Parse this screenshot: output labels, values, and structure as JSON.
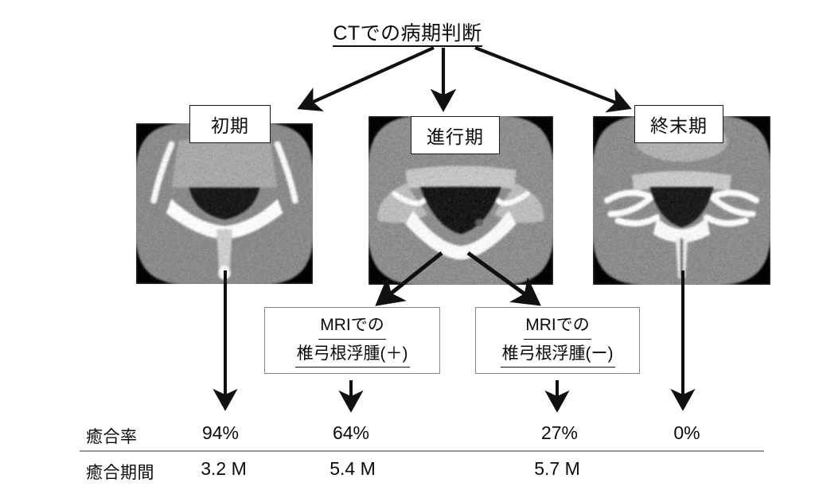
{
  "title": {
    "text": "CTでの病期判断",
    "underlined": true
  },
  "stages": [
    {
      "id": "early",
      "label": "初期"
    },
    {
      "id": "advanced",
      "label": "進行期"
    },
    {
      "id": "terminal",
      "label": "終末期"
    }
  ],
  "ct_images": [
    {
      "id": "ct-early",
      "caption": "初期",
      "description": "axial-lumbar-vertebra-ct"
    },
    {
      "id": "ct-advanced",
      "caption": "進行期",
      "description": "axial-lumbar-vertebra-ct"
    },
    {
      "id": "ct-terminal",
      "caption": "終末期",
      "description": "axial-lumbar-vertebra-ct"
    }
  ],
  "mri_boxes": [
    {
      "id": "edema-positive",
      "line1": "MRIでの",
      "line2": "椎弓根浮腫(＋)"
    },
    {
      "id": "edema-negative",
      "line1": "MRIでの",
      "line2": "椎弓根浮腫(ー)"
    }
  ],
  "table": {
    "rows": [
      {
        "label": "癒合率",
        "values": [
          "94%",
          "64%",
          "27%",
          "0%"
        ]
      },
      {
        "label": "癒合期間",
        "values": [
          "3.2 M",
          "5.4 M",
          "5.7 M",
          ""
        ]
      }
    ]
  },
  "colors": {
    "ink": "#0a0a0a",
    "arrow": "#101010",
    "box_border": "#1a1a1a",
    "mri_border": "#8a8a8a",
    "rule": "#9a9a9a",
    "background": "#ffffff"
  }
}
